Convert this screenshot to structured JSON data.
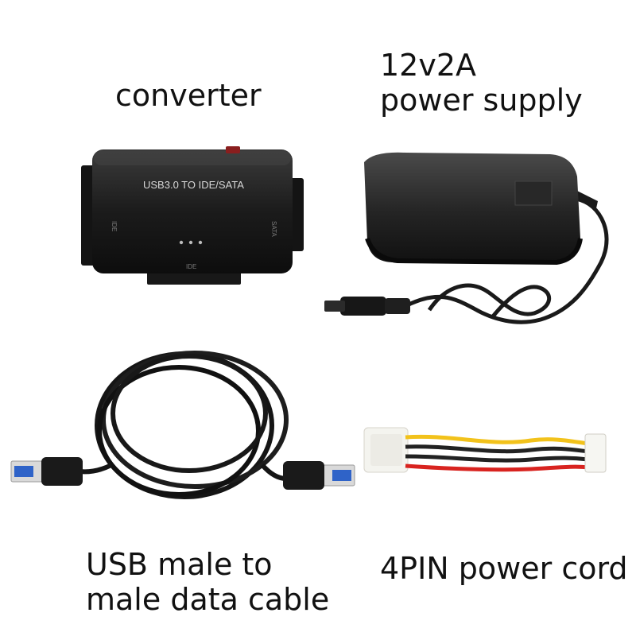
{
  "captions": {
    "converter": "converter",
    "power_supply_line1": "12v2A",
    "power_supply_line2": "power supply",
    "usb_cable_line1": "USB male to",
    "usb_cable_line2": "male data cable",
    "power_cord": "4PIN power cord"
  },
  "converter": {
    "top_label": "USB3.0 TO IDE/SATA",
    "left_port": "IDE",
    "right_port": "SATA",
    "bottom_port": "IDE"
  },
  "colors": {
    "device_black": "#161616",
    "wire_yellow": "#f2c21b",
    "wire_black": "#222222",
    "wire_red": "#d8231f",
    "usb_blue": "#2f63c8"
  }
}
